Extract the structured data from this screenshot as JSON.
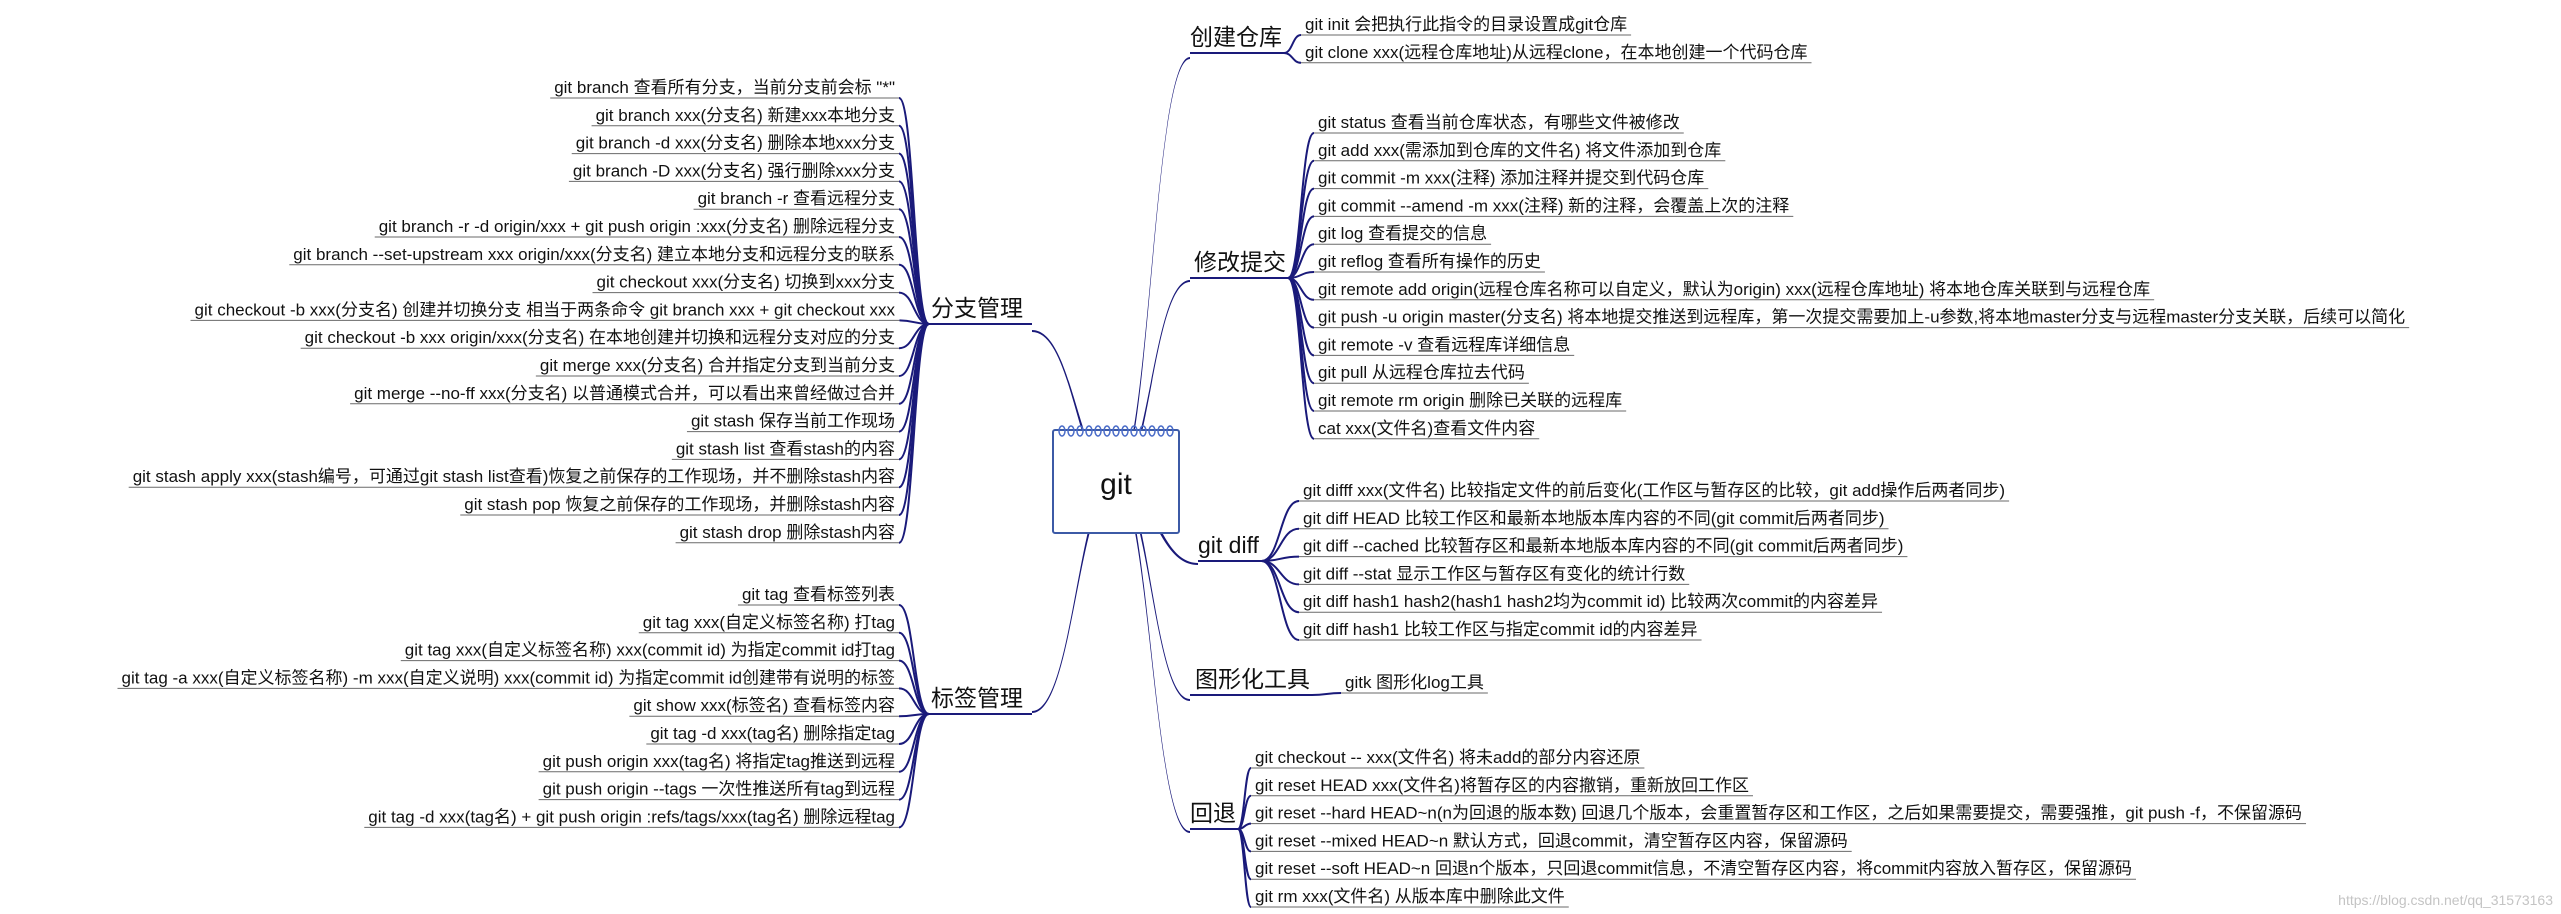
{
  "center": {
    "label": "git"
  },
  "branches": {
    "left": [
      {
        "id": "branch-mgmt",
        "label": "分支管理",
        "items": [
          "git branch 查看所有分支，当前分支前会标 \"*\"",
          "git branch xxx(分支名) 新建xxx本地分支",
          "git branch -d xxx(分支名) 删除本地xxx分支",
          "git branch -D xxx(分支名) 强行删除xxx分支",
          "git branch -r 查看远程分支",
          "git branch -r -d origin/xxx + git push origin :xxx(分支名) 删除远程分支",
          "git branch --set-upstream xxx origin/xxx(分支名) 建立本地分支和远程分支的联系",
          "git checkout xxx(分支名) 切换到xxx分支",
          "git checkout -b xxx(分支名) 创建并切换分支 相当于两条命令 git branch xxx + git checkout xxx",
          "git checkout -b xxx origin/xxx(分支名) 在本地创建并切换和远程分支对应的分支",
          "git merge xxx(分支名) 合并指定分支到当前分支",
          "git merge --no-ff xxx(分支名) 以普通模式合并，可以看出来曾经做过合并",
          "git stash 保存当前工作现场",
          "git stash list 查看stash的内容",
          "git stash apply xxx(stash编号，可通过git stash list查看)恢复之前保存的工作现场，并不删除stash内容",
          "git stash pop 恢复之前保存的工作现场，并删除stash内容",
          "git stash drop 删除stash内容"
        ]
      },
      {
        "id": "tag-mgmt",
        "label": "标签管理",
        "items": [
          "git tag 查看标签列表",
          "git tag xxx(自定义标签名称) 打tag",
          "git tag xxx(自定义标签名称) xxx(commit id) 为指定commit id打tag",
          "git tag -a xxx(自定义标签名称) -m xxx(自定义说明) xxx(commit id) 为指定commit id创建带有说明的标签",
          "git show xxx(标签名) 查看标签内容",
          "git tag -d xxx(tag名) 删除指定tag",
          "git push origin xxx(tag名) 将指定tag推送到远程",
          "git push origin --tags 一次性推送所有tag到远程",
          "git tag -d xxx(tag名) + git push origin :refs/tags/xxx(tag名) 删除远程tag"
        ]
      }
    ],
    "right": [
      {
        "id": "create-repo",
        "label": "创建仓库",
        "items": [
          "git init 会把执行此指令的目录设置成git仓库",
          "git clone xxx(远程仓库地址)从远程clone，在本地创建一个代码仓库"
        ]
      },
      {
        "id": "modify-commit",
        "label": "修改提交",
        "items": [
          "git status 查看当前仓库状态，有哪些文件被修改",
          "git add xxx(需添加到仓库的文件名) 将文件添加到仓库",
          "git commit -m xxx(注释) 添加注释并提交到代码仓库",
          "git commit --amend -m xxx(注释) 新的注释，会覆盖上次的注释",
          "git log 查看提交的信息",
          "git reflog 查看所有操作的历史",
          "git remote add origin(远程仓库名称可以自定义，默认为origin) xxx(远程仓库地址) 将本地仓库关联到与远程仓库",
          "git push -u origin master(分支名) 将本地提交推送到远程库，第一次提交需要加上-u参数,将本地master分支与远程master分支关联，后续可以简化",
          "git remote -v 查看远程库详细信息",
          "git pull 从远程仓库拉去代码",
          "git remote rm origin 删除已关联的远程库",
          "cat xxx(文件名)查看文件内容"
        ]
      },
      {
        "id": "git-diff",
        "label": "git diff",
        "items": [
          "git difff xxx(文件名) 比较指定文件的前后变化(工作区与暂存区的比较，git add操作后两者同步)",
          "git diff HEAD 比较工作区和最新本地版本库内容的不同(git commit后两者同步)",
          "git diff --cached 比较暂存区和最新本地版本库内容的不同(git commit后两者同步)",
          "git diff --stat 显示工作区与暂存区有变化的统计行数",
          "git diff hash1 hash2(hash1 hash2均为commit id) 比较两次commit的内容差异",
          "git diff hash1 比较工作区与指定commit id的内容差异"
        ]
      },
      {
        "id": "gui-tools",
        "label": "图形化工具",
        "items": [
          "gitk 图形化log工具"
        ]
      },
      {
        "id": "rollback",
        "label": "回退",
        "items": [
          "git checkout -- xxx(文件名) 将未add的部分内容还原",
          "git reset HEAD xxx(文件名)将暂存区的内容撤销，重新放回工作区",
          "git reset --hard HEAD~n(n为回退的版本数) 回退几个版本，会重置暂存区和工作区，之后如果需要提交，需要强推，git push -f，不保留源码",
          "git reset --mixed HEAD~n 默认方式，回退commit，清空暂存区内容，保留源码",
          "git reset --soft HEAD~n 回退n个版本，只回退commit信息，不清空暂存区内容，将commit内容放入暂存区，保留源码",
          "git rm xxx(文件名) 从版本库中删除此文件"
        ]
      }
    ]
  },
  "watermark": "https://blog.csdn.net/qq_31573163",
  "colors": {
    "connector": "#1a1a7a",
    "leaf_underline": "#6a6a6a",
    "center_border": "#3c5aa6",
    "spiral": "#4a6cc8"
  },
  "icons": {
    "center": "notepad-icon"
  }
}
